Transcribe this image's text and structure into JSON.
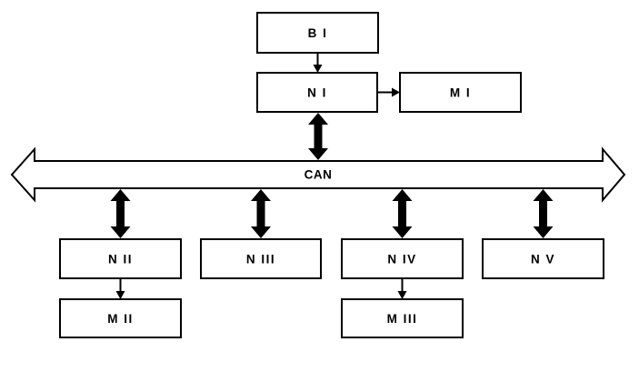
{
  "diagram": {
    "type": "block-diagram",
    "subject": "CAN bus network topology",
    "bus": {
      "label": "CAN",
      "shape": "double-headed-horizontal-arrow"
    },
    "nodes": [
      {
        "id": "bi",
        "label": "B I",
        "row": "top"
      },
      {
        "id": "ni",
        "label": "N I",
        "row": "top"
      },
      {
        "id": "mi",
        "label": "M I",
        "row": "top"
      },
      {
        "id": "nii",
        "label": "N II",
        "row": "bottom"
      },
      {
        "id": "mii",
        "label": "M II",
        "row": "bottom"
      },
      {
        "id": "niii",
        "label": "N III",
        "row": "bottom"
      },
      {
        "id": "niv",
        "label": "N IV",
        "row": "bottom"
      },
      {
        "id": "miii",
        "label": "M III",
        "row": "bottom"
      },
      {
        "id": "nv",
        "label": "N V",
        "row": "bottom"
      }
    ],
    "connections": [
      {
        "from": "B I",
        "to": "N I",
        "type": "thin-arrow",
        "direction": "down"
      },
      {
        "from": "N I",
        "to": "M I",
        "type": "thin-arrow",
        "direction": "right"
      },
      {
        "from": "N I",
        "to": "CAN",
        "type": "thick-double-arrow",
        "direction": "bidirectional"
      },
      {
        "from": "CAN",
        "to": "N II",
        "type": "thick-double-arrow",
        "direction": "bidirectional"
      },
      {
        "from": "CAN",
        "to": "N III",
        "type": "thick-double-arrow",
        "direction": "bidirectional"
      },
      {
        "from": "CAN",
        "to": "N IV",
        "type": "thick-double-arrow",
        "direction": "bidirectional"
      },
      {
        "from": "CAN",
        "to": "N V",
        "type": "thick-double-arrow",
        "direction": "bidirectional"
      },
      {
        "from": "N II",
        "to": "M II",
        "type": "thin-arrow",
        "direction": "down"
      },
      {
        "from": "N IV",
        "to": "M III",
        "type": "thin-arrow",
        "direction": "down"
      }
    ],
    "colors": {
      "line": "#000000",
      "box_fill": "#ffffff",
      "background": "#ffffff"
    }
  }
}
